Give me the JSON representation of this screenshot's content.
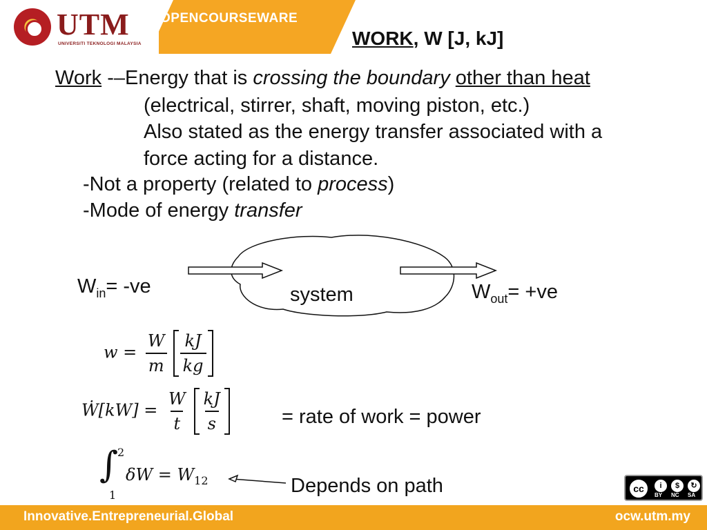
{
  "header": {
    "logo_text": "UTM",
    "logo_subtitle": "UNIVERSITI TEKNOLOGI MALAYSIA",
    "opencourseware": "OPENCOURSEWARE"
  },
  "title": {
    "underlined": "WORK",
    "rest": ", W [J, kJ]"
  },
  "definition": {
    "term": "Work",
    "dash": " -–",
    "lead": "Energy that is ",
    "italic": "crossing the boundary",
    "space": " ",
    "underlined": "other than heat",
    "line2": "(electrical, stirrer, shaft, moving piston, etc.)",
    "line3": "Also stated as the energy transfer associated with a",
    "line4": "force acting for a distance."
  },
  "bullets": {
    "b1_prefix": "-Not a property (related to ",
    "b1_italic": "process",
    "b1_suffix": ")",
    "b2_prefix": "-Mode of energy ",
    "b2_italic": "transfer"
  },
  "diagram": {
    "system_label": "system",
    "win_base": "W",
    "win_sub": "in",
    "win_rest": "= -ve",
    "wout_base": "W",
    "wout_sub": "out",
    "wout_rest": "= +ve"
  },
  "formulas": {
    "f1_lhs": "w =",
    "f1_num": "W",
    "f1_den": "m",
    "f1_unit_num": "kJ",
    "f1_unit_den": "kg",
    "f2_lhs": "Ẇ[kW] =",
    "f2_num": "W",
    "f2_den": "t",
    "f2_unit_num": "kJ",
    "f2_unit_den": "s",
    "f2_note": "= rate of work = power",
    "f3_upper": "2",
    "f3_lower": "1",
    "f3_body": "δW = W",
    "f3_sub": "12",
    "f3_note": "Depends on path"
  },
  "footer": {
    "left": "Innovative.Entrepreneurial.Global",
    "right": "ocw.utm.my"
  },
  "license": {
    "cc": "cc",
    "labels": [
      "BY",
      "NC",
      "SA"
    ]
  },
  "colors": {
    "accent": "#f2a51e",
    "brand": "#8a1c1c"
  }
}
